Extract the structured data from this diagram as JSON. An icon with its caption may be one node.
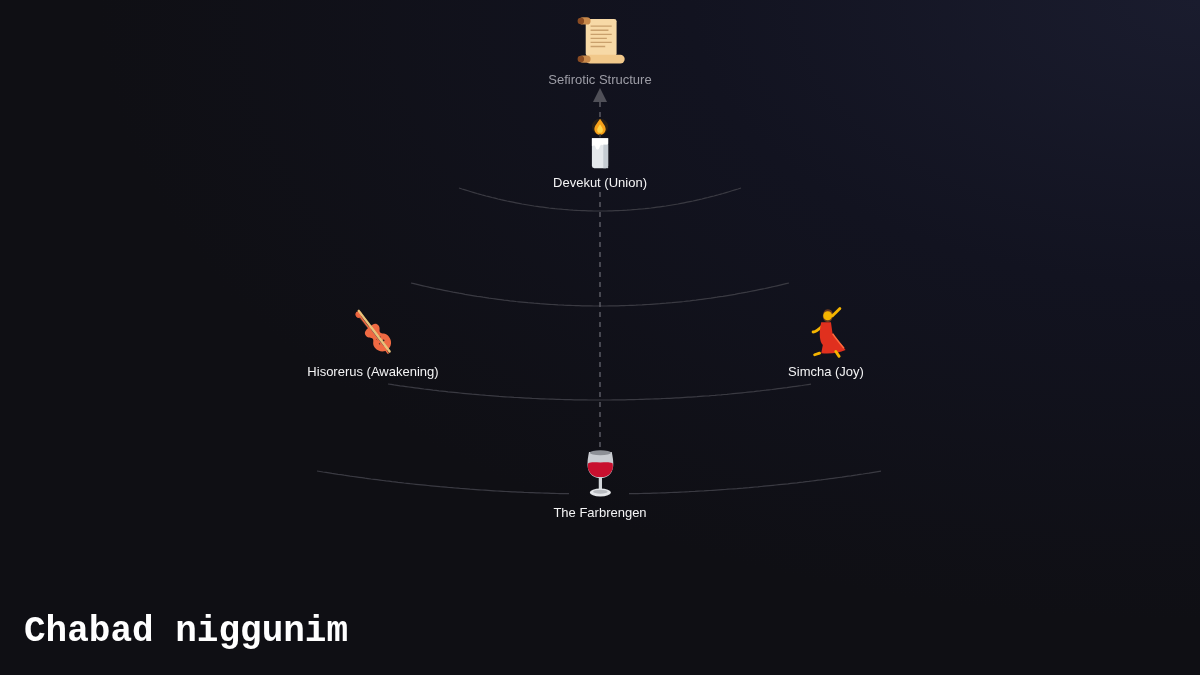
{
  "diagram": {
    "title": "Chabad niggunim",
    "nodes": [
      {
        "text": [
          "Sefirotic Structure"
        ]
      },
      {
        "text": [
          "Devekut (Union)"
        ]
      },
      {
        "text": [
          "Hisorerus (Awakening)"
        ]
      },
      {
        "text": [
          "Simcha (Joy)"
        ]
      },
      {
        "text": [
          "The Farbrengen"
        ]
      }
    ],
    "edges": [
      {
        "from": 4,
        "to": 1,
        "arrow": "none",
        "style": "dashed"
      },
      {
        "from": 1,
        "to": 0,
        "arrow": "to",
        "style": "dashed"
      }
    ]
  }
}
